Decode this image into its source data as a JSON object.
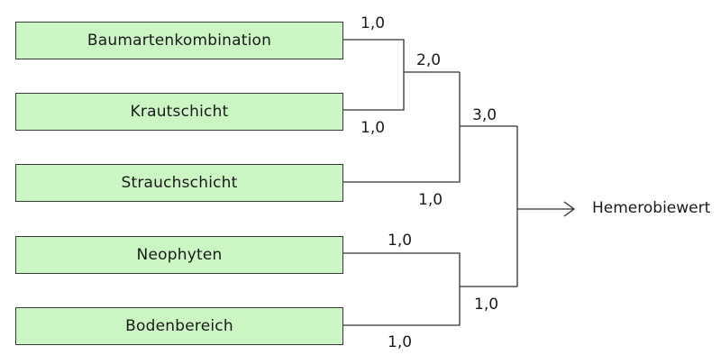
{
  "factors": [
    "Baumartenkombination",
    "Krautschicht",
    "Strauchschicht",
    "Neophyten",
    "Bodenbereich"
  ],
  "weights": {
    "baumartenkombination": "1,0",
    "krautschicht": "1,0",
    "pair_baum_kraut": "2,0",
    "strauchschicht": "1,0",
    "group_upper": "3,0",
    "neophyten": "1,0",
    "bodenbereich": "1,0",
    "group_lower": "1,0"
  },
  "result_label": "Hemerobiewert"
}
